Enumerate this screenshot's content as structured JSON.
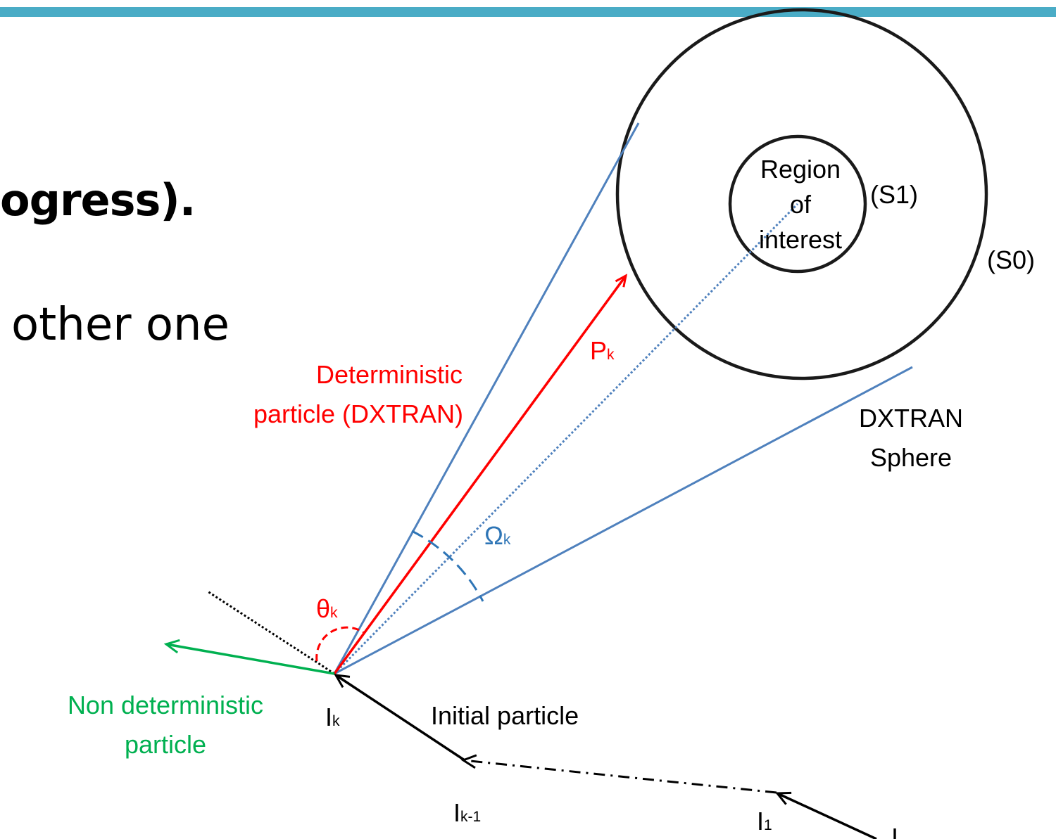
{
  "header": {
    "accent_color": "#4aacc6"
  },
  "slide_text": {
    "line1": "ogress).",
    "line2": "other one"
  },
  "diagram": {
    "spheres": {
      "inner_text_1": "Region",
      "inner_text_2": "of",
      "inner_text_3": "interest",
      "inner_label": "(S1)",
      "outer_label": "(S0)",
      "sphere_name_1": "DXTRAN",
      "sphere_name_2": "Sphere"
    },
    "deterministic": {
      "label_1": "Deterministic",
      "label_2": "particle (DXTRAN)",
      "vector_letter": "P",
      "vector_sub": "k",
      "angle_letter": "θ",
      "angle_sub": "k"
    },
    "solid_angle": {
      "letter": "Ω",
      "sub": "k"
    },
    "non_deterministic": {
      "label_1": "Non deterministic",
      "label_2": "particle"
    },
    "initial": {
      "label": "Initial particle"
    },
    "points": {
      "ik_letter": "I",
      "ik_sub": "k",
      "ik1_letter": "I",
      "ik1_sub": "k-1",
      "i1_letter": "I",
      "i1_sub": "1",
      "i0_letter": "I"
    },
    "colors": {
      "deterministic": "#ff0000",
      "cone": "#4f81bd",
      "solid_angle": "#2e75b6",
      "non_deterministic": "#00b050",
      "lines": "#000000"
    }
  }
}
